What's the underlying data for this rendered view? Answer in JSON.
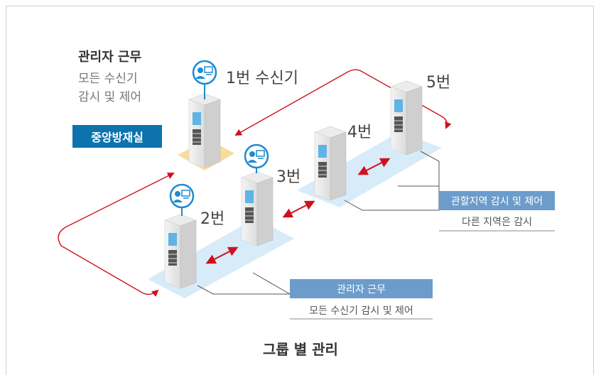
{
  "hq": {
    "title": "관리자 근무",
    "line1": "모든 수신기",
    "line2": "감시 및 제어",
    "center_label": "중앙방재실"
  },
  "nodes": {
    "n1": "1번 수신기",
    "n2": "2번",
    "n3": "3번",
    "n4": "4번",
    "n5": "5번"
  },
  "callout_right": {
    "title": "관할지역 감시 및 제어",
    "sub": "다른 지역은 감시"
  },
  "callout_bottom": {
    "title": "관리자 근무",
    "sub": "모든 수신기 감시 및 제어"
  },
  "caption": "그룹 별 관리",
  "colors": {
    "link_line": "#d0101f",
    "center_badge": "#0d73ad",
    "callout": "#6c9ccb",
    "zone": "#d8ebf8",
    "hq_zone": "#f9d58a",
    "operator": "#1f8bd0"
  },
  "icons": [
    "operator-icon",
    "receiver-cabinet-icon",
    "double-arrow-icon"
  ]
}
